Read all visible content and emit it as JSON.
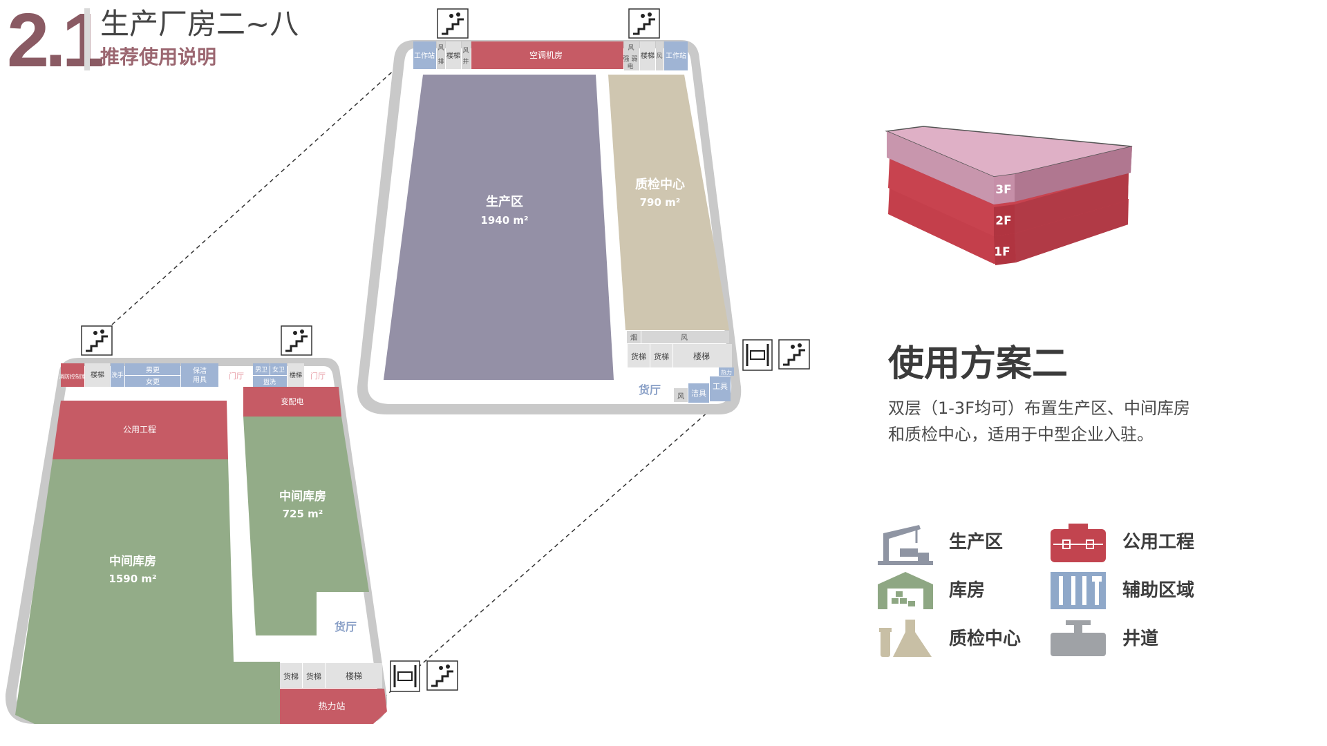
{
  "header": {
    "number": "2.1",
    "title": "生产厂房二~八",
    "subtitle": "推荐使用说明"
  },
  "scheme": {
    "title": "使用方案二",
    "description_line1": "双层（1-3F均可）布置生产区、中间库房",
    "description_line2": "和质检中心，适用于中型企业入驻。"
  },
  "stack": {
    "floors": [
      "3F",
      "2F",
      "1F"
    ],
    "colors": {
      "top_floor": "#dfb0c6",
      "lower_floors": "#c8434f"
    }
  },
  "upper_plan": {
    "rooms": {
      "production": {
        "name": "生产区",
        "area": "1940 m²",
        "color": "#9490a6"
      },
      "qc": {
        "name": "质检中心",
        "area": "790 m²",
        "color": "#cfc6b0"
      },
      "ac_room": {
        "name": "空调机房",
        "color": "#c65b65"
      },
      "workstation_left": "工作站",
      "workstation_right": "工作站",
      "stairs_left": "楼梯",
      "stairs_right": "楼梯",
      "wind_left_a": "风",
      "wind_left_b": "排",
      "wind_left_c": "风",
      "wind_left_d": "井",
      "wind_right_a": "风",
      "wind_right_b": "强",
      "wind_right_c": "弱",
      "wind_right_d": "电",
      "wind_right_e": "风",
      "smoke": "烟",
      "wind_bottom": "风",
      "freight_lift_1": "货梯",
      "freight_lift_2": "货梯",
      "stairs_bottom": "楼梯",
      "cargo_hall": "货厅",
      "cleaning": "洁具",
      "tools": "工具",
      "heat": "热力",
      "wind_small": "风"
    }
  },
  "lower_plan": {
    "rooms": {
      "fire_control": "消防控制室",
      "stairs_left": "楼梯",
      "wash": "洗手",
      "men_change": "男更",
      "women_change": "女更",
      "janitor": "保洁",
      "janitor2": "用具",
      "lobby_left": "门厅",
      "men_wc": "男卫",
      "women_wc": "女卫",
      "washroom": "盥洗",
      "stairs_mid": "楼梯",
      "lobby_right": "门厅",
      "utility": {
        "name": "公用工程",
        "color": "#c65b65"
      },
      "power": {
        "name": "变配电",
        "color": "#c65b65"
      },
      "warehouse_left": {
        "name": "中间库房",
        "area": "1590 m²",
        "color": "#93ac88"
      },
      "warehouse_right": {
        "name": "中间库房",
        "area": "725 m²",
        "color": "#93ac88"
      },
      "cargo_hall": "货厅",
      "freight_lift_1": "货梯",
      "freight_lift_2": "货梯",
      "stairs_bottom": "楼梯",
      "heat_station": {
        "name": "热力站",
        "color": "#c65b65"
      }
    }
  },
  "legend": [
    {
      "label": "生产区",
      "icon": "crane-icon",
      "color": "#8f95a3"
    },
    {
      "label": "公用工程",
      "icon": "toolbox-icon",
      "color": "#c2444f"
    },
    {
      "label": "库房",
      "icon": "warehouse-icon",
      "color": "#8ea783"
    },
    {
      "label": "辅助区域",
      "icon": "tools-icon",
      "color": "#8fa8c9"
    },
    {
      "label": "质检中心",
      "icon": "flask-icon",
      "color": "#c8bfa5"
    },
    {
      "label": "井道",
      "icon": "pipe-valve-icon",
      "color": "#9fa2a6"
    }
  ]
}
